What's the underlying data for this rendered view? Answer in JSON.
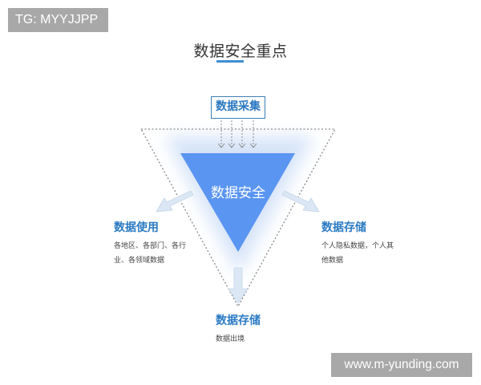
{
  "watermarks": {
    "top_left": "TG: MYYJJPP",
    "bottom_right": "www.m-yunding.com"
  },
  "title": "数据安全重点",
  "colors": {
    "accent_blue": "#5b95f2",
    "title_blue": "#2a7ac4",
    "underline": "#3f8fd0",
    "dotted_border": "#8a8a8a",
    "arrow_fill": "#dbe7f4"
  },
  "diagram": {
    "input_box": {
      "label": "数据采集",
      "arrow_count": 4
    },
    "center": {
      "label": "数据安全"
    },
    "nodes": {
      "left": {
        "title": "数据使用",
        "description": "各地区、各部门、各行业、各领域数据",
        "direction": "down-left"
      },
      "right": {
        "title": "数据存储",
        "description": "个人隐私数据，个人其他数据",
        "direction": "down-right"
      },
      "bottom": {
        "title": "数据存储",
        "description": "数据出境",
        "direction": "down"
      }
    }
  }
}
